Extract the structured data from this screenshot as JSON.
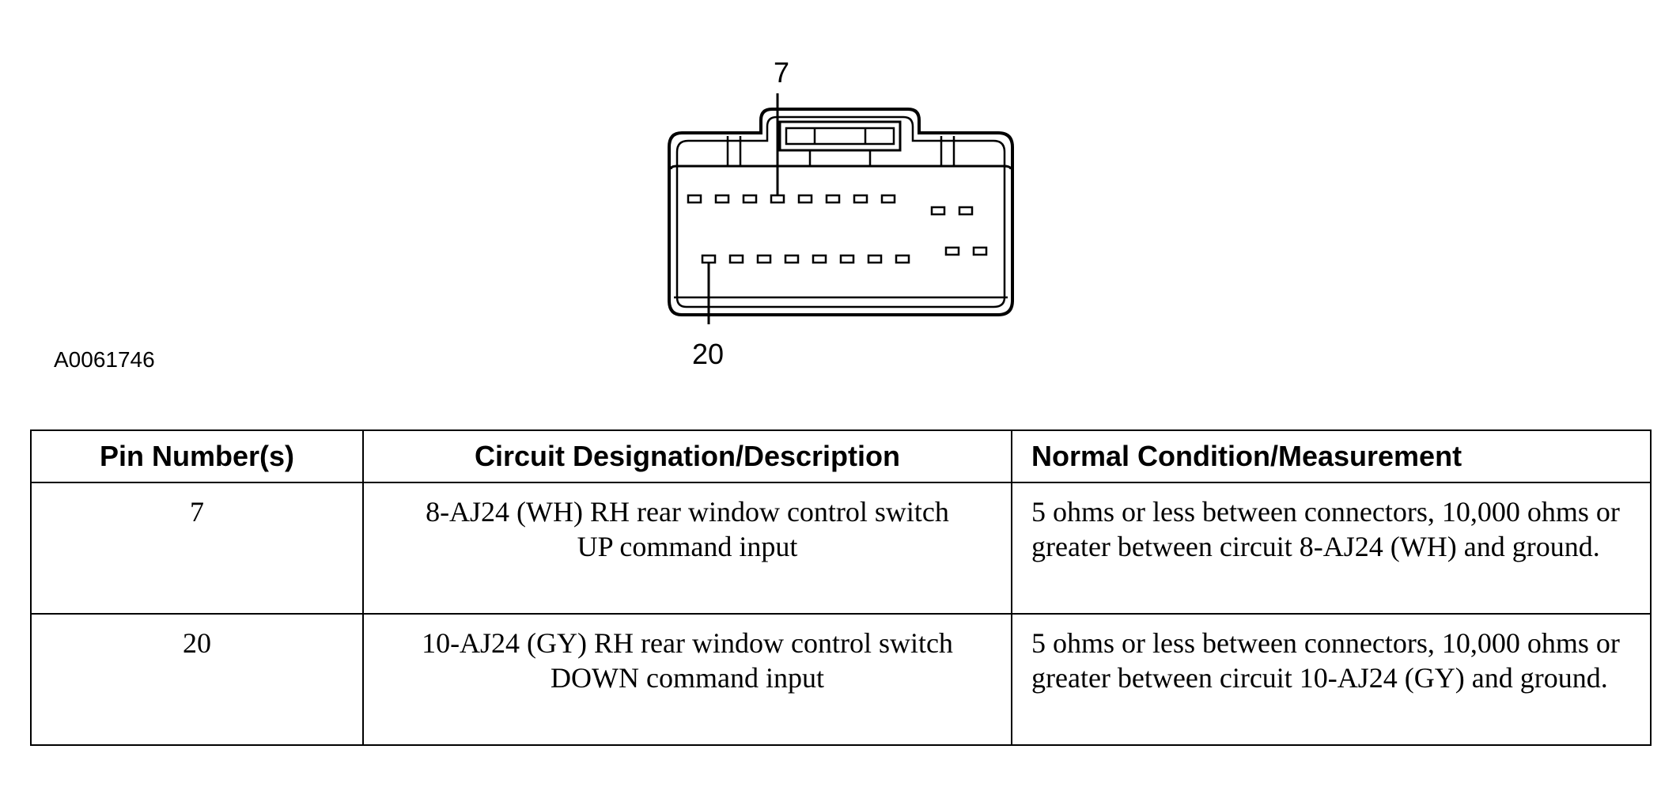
{
  "figure": {
    "id_label": "A0061746",
    "callouts": [
      {
        "pin": "7"
      },
      {
        "pin": "20"
      }
    ]
  },
  "table": {
    "headers": [
      "Pin Number(s)",
      "Circuit Designation/Description",
      "Normal Condition/Measurement"
    ],
    "rows": [
      {
        "pin": "7",
        "circuit": "8-AJ24 (WH) RH rear window control switch UP command input",
        "measurement": "5 ohms or less between connectors, 10,000 ohms or greater between circuit 8-AJ24 (WH) and ground."
      },
      {
        "pin": "20",
        "circuit": "10-AJ24 (GY) RH rear window control switch DOWN command input",
        "measurement": "5 ohms or less between connectors, 10,000 ohms or greater between circuit 10-AJ24 (GY) and ground."
      }
    ]
  }
}
